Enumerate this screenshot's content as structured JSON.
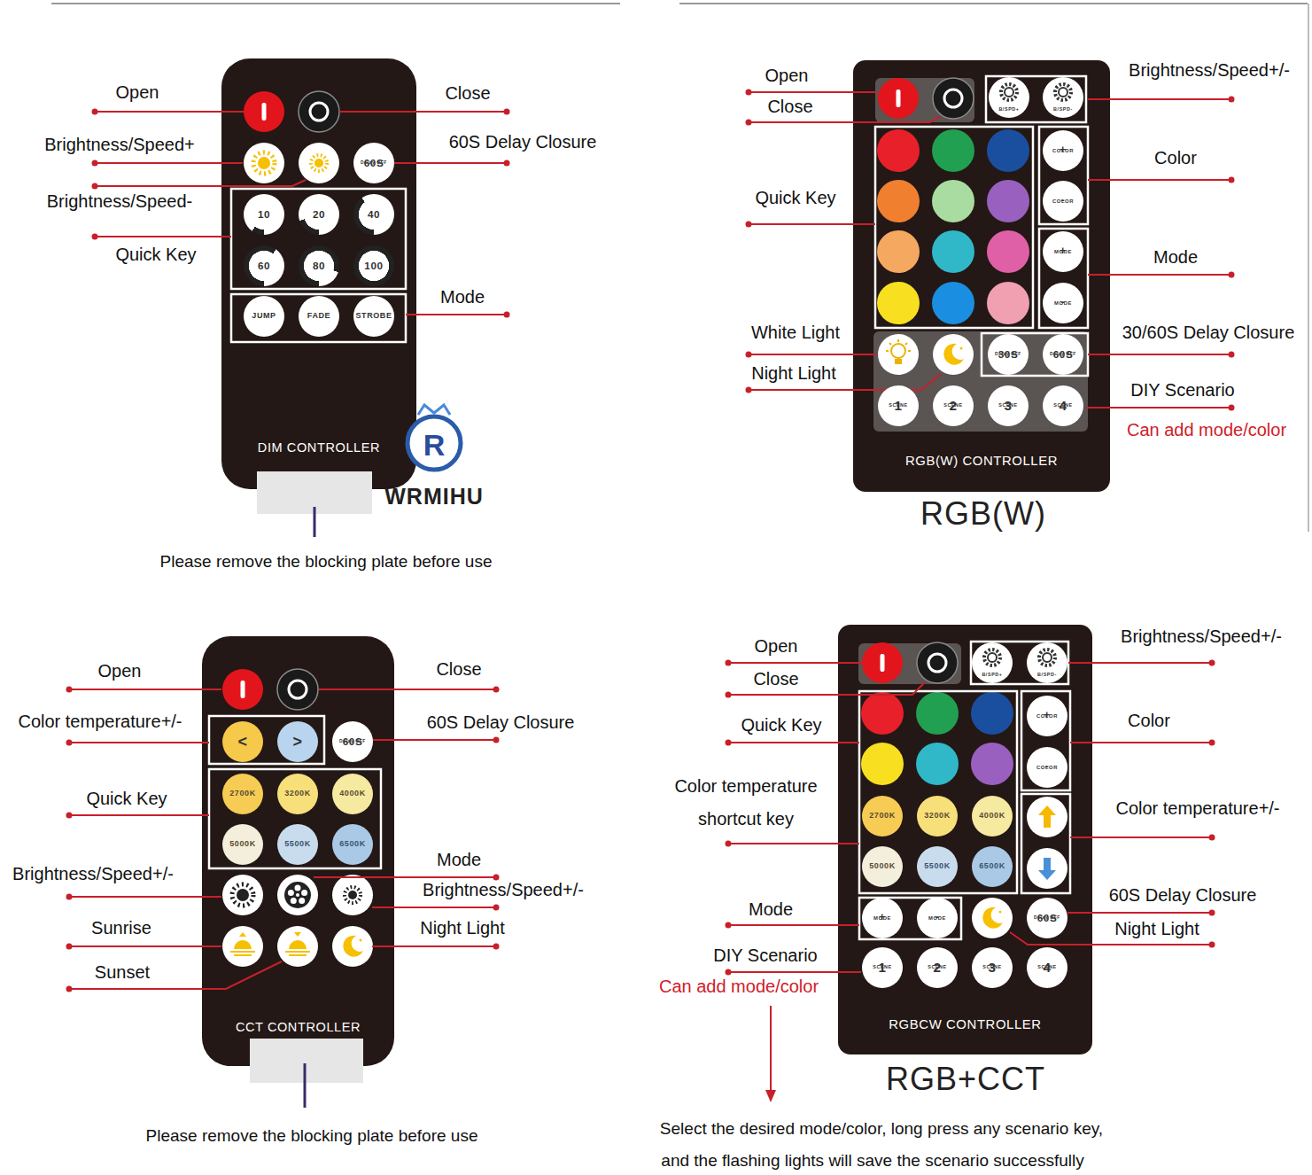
{
  "diagram": {
    "nodes": [
      {
        "text": [
          "DIM CONTROLLER"
        ]
      },
      {
        "text": [
          "60S",
          "Delay OFF"
        ],
        "in": 0
      },
      {
        "text": [
          "10"
        ],
        "in": 0
      },
      {
        "text": [
          "20"
        ],
        "in": 0
      },
      {
        "text": [
          "40"
        ],
        "in": 0
      },
      {
        "text": [
          "60"
        ],
        "in": 0
      },
      {
        "text": [
          "80"
        ],
        "in": 0
      },
      {
        "text": [
          "100"
        ],
        "in": 0
      },
      {
        "text": [
          "JUMP"
        ],
        "in": 0
      },
      {
        "text": [
          "FADE"
        ],
        "in": 0
      },
      {
        "text": [
          "STROBE"
        ],
        "in": 0
      },
      {
        "text": [
          "RGB(W) CONTROLLER"
        ]
      },
      {
        "text": [
          "B/SPD+"
        ],
        "in": 11
      },
      {
        "text": [
          "B/SPD-"
        ],
        "in": 11
      },
      {
        "text": [
          "+",
          "COLOR"
        ],
        "in": 11
      },
      {
        "text": [
          "-",
          "COLOR"
        ],
        "in": 11
      },
      {
        "text": [
          "+",
          "MODE"
        ],
        "in": 11
      },
      {
        "text": [
          "-",
          "MODE"
        ],
        "in": 11
      },
      {
        "text": [
          "30S",
          "Delay OFF"
        ],
        "in": 11
      },
      {
        "text": [
          "60S",
          "Delay OFF"
        ],
        "in": 11
      },
      {
        "text": [
          "1",
          "SCENE"
        ],
        "in": 11
      },
      {
        "text": [
          "2",
          "SCENE"
        ],
        "in": 11
      },
      {
        "text": [
          "3",
          "SCENE"
        ],
        "in": 11
      },
      {
        "text": [
          "4",
          "SCENE"
        ],
        "in": 11
      },
      {
        "text": [
          "CCT CONTROLLER"
        ]
      },
      {
        "text": [
          "<"
        ],
        "in": 24
      },
      {
        "text": [
          ">"
        ],
        "in": 24
      },
      {
        "text": [
          "60S",
          "Delay OFF"
        ],
        "in": 24
      },
      {
        "text": [
          "2700K"
        ],
        "in": 24
      },
      {
        "text": [
          "3200K"
        ],
        "in": 24
      },
      {
        "text": [
          "4000K"
        ],
        "in": 24
      },
      {
        "text": [
          "5000K"
        ],
        "in": 24
      },
      {
        "text": [
          "5500K"
        ],
        "in": 24
      },
      {
        "text": [
          "6500K"
        ],
        "in": 24
      },
      {
        "text": [
          "RGBCW CONTROLLER"
        ]
      },
      {
        "text": [
          "B/SPD+"
        ],
        "in": 34
      },
      {
        "text": [
          "B/SPD-"
        ],
        "in": 34
      },
      {
        "text": [
          "+",
          "COLOR"
        ],
        "in": 34
      },
      {
        "text": [
          "-",
          "COLOR"
        ],
        "in": 34
      },
      {
        "text": [
          "2700K"
        ],
        "in": 34
      },
      {
        "text": [
          "3200K"
        ],
        "in": 34
      },
      {
        "text": [
          "4000K"
        ],
        "in": 34
      },
      {
        "text": [
          "5000K"
        ],
        "in": 34
      },
      {
        "text": [
          "5500K"
        ],
        "in": 34
      },
      {
        "text": [
          "6500K"
        ],
        "in": 34
      },
      {
        "text": [
          "+",
          "MODE"
        ],
        "in": 34
      },
      {
        "text": [
          "-",
          "MODE"
        ],
        "in": 34
      },
      {
        "text": [
          "60S",
          "Delay OFF"
        ],
        "in": 34
      },
      {
        "text": [
          "1",
          "SCENE"
        ],
        "in": 34
      },
      {
        "text": [
          "2",
          "SCENE"
        ],
        "in": 34
      },
      {
        "text": [
          "3",
          "SCENE"
        ],
        "in": 34
      },
      {
        "text": [
          "4",
          "SCENE"
        ],
        "in": 34
      }
    ],
    "labels": [
      "Open",
      "Close",
      "Brightness/Speed+",
      "60S Delay Closure",
      "Brightness/Speed-",
      "Quick Key",
      "Mode",
      "R",
      "WRMIHU",
      "Please remove the blocking plate before use",
      "Open",
      "Close",
      "Quick Key",
      "White Light",
      "Night Light",
      "Brightness/Speed+/-",
      "Color",
      "Mode",
      "30/60S Delay Closure",
      "DIY Scenario",
      "Can add mode/color",
      "RGB(W)",
      "Open",
      "Color temperature+/-",
      "Quick Key",
      "Brightness/Speed+/-",
      "Sunrise",
      "Sunset",
      "Close",
      "60S Delay Closure",
      "Mode",
      "Brightness/Speed+/-",
      "Night Light",
      "Please remove the blocking plate before use",
      "Open",
      "Close",
      "Quick Key",
      "Color temperature shortcut key",
      "Mode",
      "DIY Scenario",
      "Can add mode/color",
      "Brightness/Speed+/-",
      "Color",
      "Color temperature+/-",
      "60S Delay Closure",
      "Night Light",
      "RGB+CCT",
      "Select the desired mode/color, long press any scenario key,",
      "and the flashing lights will save the scenario successfully"
    ]
  }
}
